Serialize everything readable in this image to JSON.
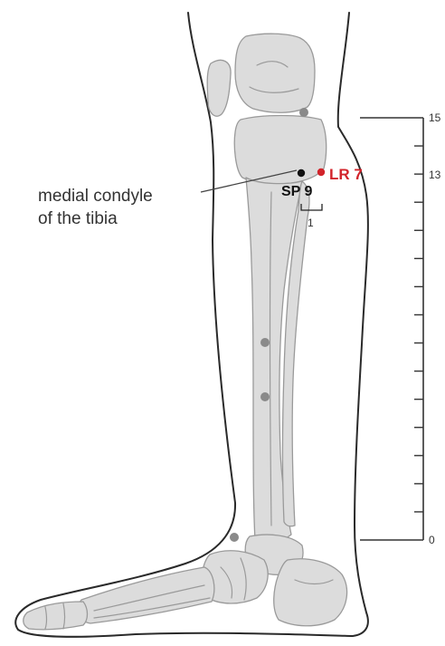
{
  "labels": {
    "condyle_line1": "medial condyle",
    "condyle_line2": "of the tibia",
    "sp9": "SP 9",
    "lr7": "LR 7",
    "offset": "1"
  },
  "scale": {
    "top": "15",
    "mark": "13",
    "bottom": "0"
  },
  "colors": {
    "accent": "#d2232a",
    "point": "#111111",
    "marker": "#8a8a8a"
  }
}
